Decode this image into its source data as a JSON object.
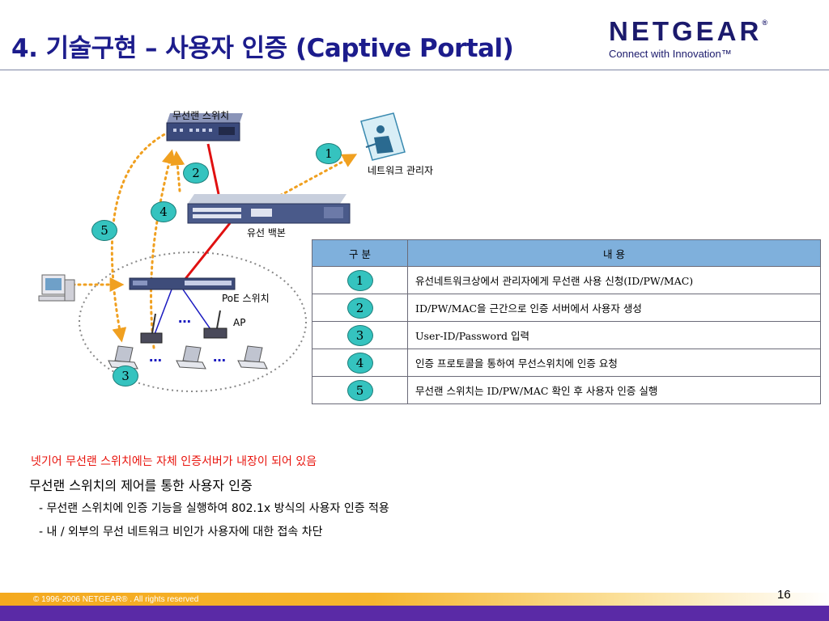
{
  "slide": {
    "title": "4. 기술구현 – 사용자 인증 (Captive Portal)",
    "page_number": "16",
    "copyright": "© 1996-2006 NETGEAR® . All rights reserved"
  },
  "logo": {
    "wordmark": "NETGEAR",
    "registered_mark": "®",
    "tagline": "Connect with Innovation™"
  },
  "diagram": {
    "labels": {
      "wireless_switch": "무선랜 스위치",
      "network_admin": "네트워크 관리자",
      "wired_backbone": "유선 백본",
      "poe_switch": "PoE 스위치",
      "ap": "AP",
      "ellipsis": "…"
    },
    "badges": [
      "1",
      "2",
      "3",
      "4",
      "5"
    ],
    "colors": {
      "badge_fill": "#35c3bf",
      "dotted_arrow": "#f0a020",
      "red_link": "#e01010",
      "blue_link": "#1a1ac0",
      "ellipse_border": "#888888"
    }
  },
  "table": {
    "headers": [
      "구 분",
      "내 용"
    ],
    "header_color": "#7fb0dc",
    "rows": [
      {
        "num": "1",
        "text": "유선네트워크상에서 관리자에게 무선랜 사용 신청(ID/PW/MAC)"
      },
      {
        "num": "2",
        "text": "ID/PW/MAC을 근간으로 인증 서버에서 사용자 생성"
      },
      {
        "num": "3",
        "text": "User-ID/Password 입력"
      },
      {
        "num": "4",
        "text": "인증 프로토콜을 통하여 무선스위치에  인증 요청"
      },
      {
        "num": "5",
        "text": "무선랜 스위치는  ID/PW/MAC 확인 후 사용자 인증 실행"
      }
    ]
  },
  "notes": {
    "red_line": "넷기어 무선랜 스위치에는 자체 인증서버가 내장이 되어 있음",
    "heading": "무선랜 스위치의 제어를 통한 사용자 인증",
    "bullets": [
      "- 무선랜 스위치에 인증 기능을 실행하여 802.1x 방식의 사용자 인증 적용",
      "- 내 / 외부의 무선 네트워크 비인가 사용자에 대한 접속 차단"
    ]
  }
}
